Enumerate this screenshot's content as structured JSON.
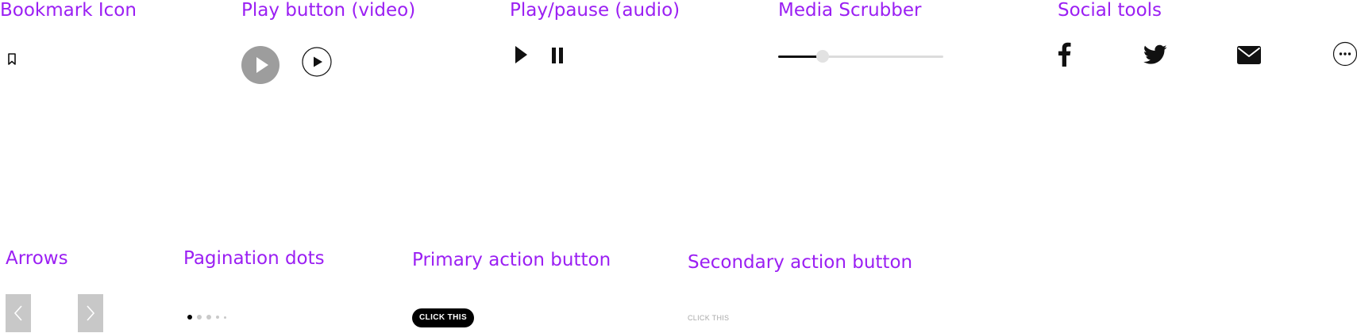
{
  "colors": {
    "heading": "#9b1ff3",
    "icon": "#111111",
    "play_filled_bg": "#9d9d9d",
    "arrow_bg": "#c8c8c8",
    "scrubber_track": "#dcdcdc",
    "dot_inactive": "#c9c9c9"
  },
  "sections": {
    "bookmark": {
      "title": "Bookmark Icon",
      "icon": "bookmark-icon"
    },
    "play_video": {
      "title": "Play button (video)",
      "icons": [
        "play-filled-icon",
        "play-outline-icon"
      ]
    },
    "play_pause_audio": {
      "title": "Play/pause (audio)",
      "icons": [
        "play-icon",
        "pause-icon"
      ]
    },
    "media_scrubber": {
      "title": "Media Scrubber",
      "progress_fraction": 0.27
    },
    "social_tools": {
      "title": "Social tools",
      "icons": [
        "facebook-icon",
        "twitter-icon",
        "email-icon",
        "more-icon"
      ]
    },
    "arrows": {
      "title": "Arrows",
      "icons": [
        "chevron-left-icon",
        "chevron-right-icon"
      ]
    },
    "pagination_dots": {
      "title": "Pagination dots",
      "count": 5,
      "active_index": 0
    },
    "primary_action": {
      "title": "Primary action button",
      "label": "CLICK THIS"
    },
    "secondary_action": {
      "title": "Secondary action button",
      "label": "CLICK THIS"
    }
  }
}
